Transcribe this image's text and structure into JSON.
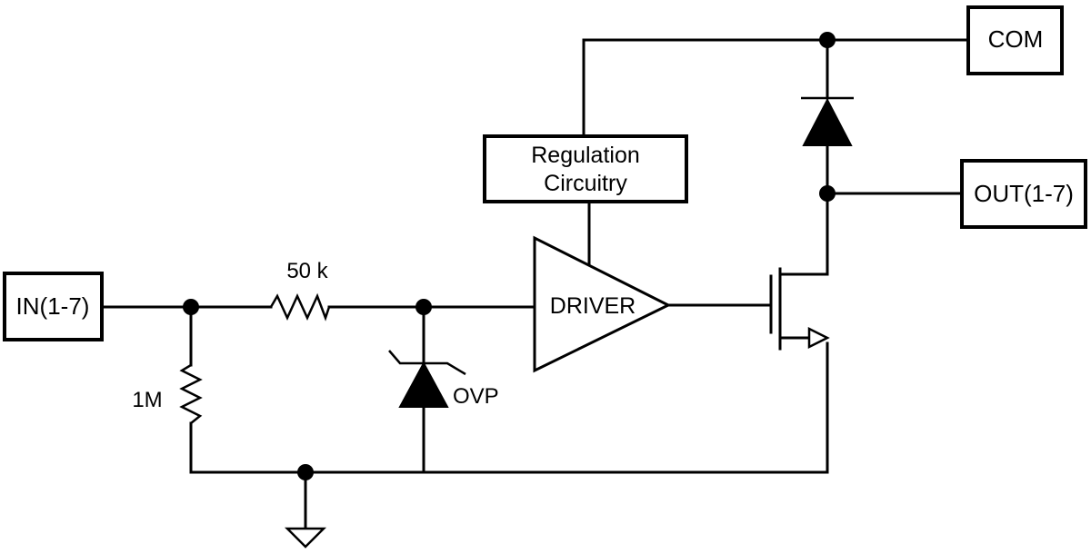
{
  "diagram": {
    "labels": {
      "com": "COM",
      "out": "OUT(1-7)",
      "in": "IN(1-7)",
      "regulation_line1": "Regulation",
      "regulation_line2": "Circuitry",
      "driver": "DRIVER",
      "resistor_series": "50 k",
      "resistor_pulldown": "1M",
      "ovp": "OVP"
    },
    "colors": {
      "line": "#000000",
      "background": "#ffffff"
    }
  }
}
